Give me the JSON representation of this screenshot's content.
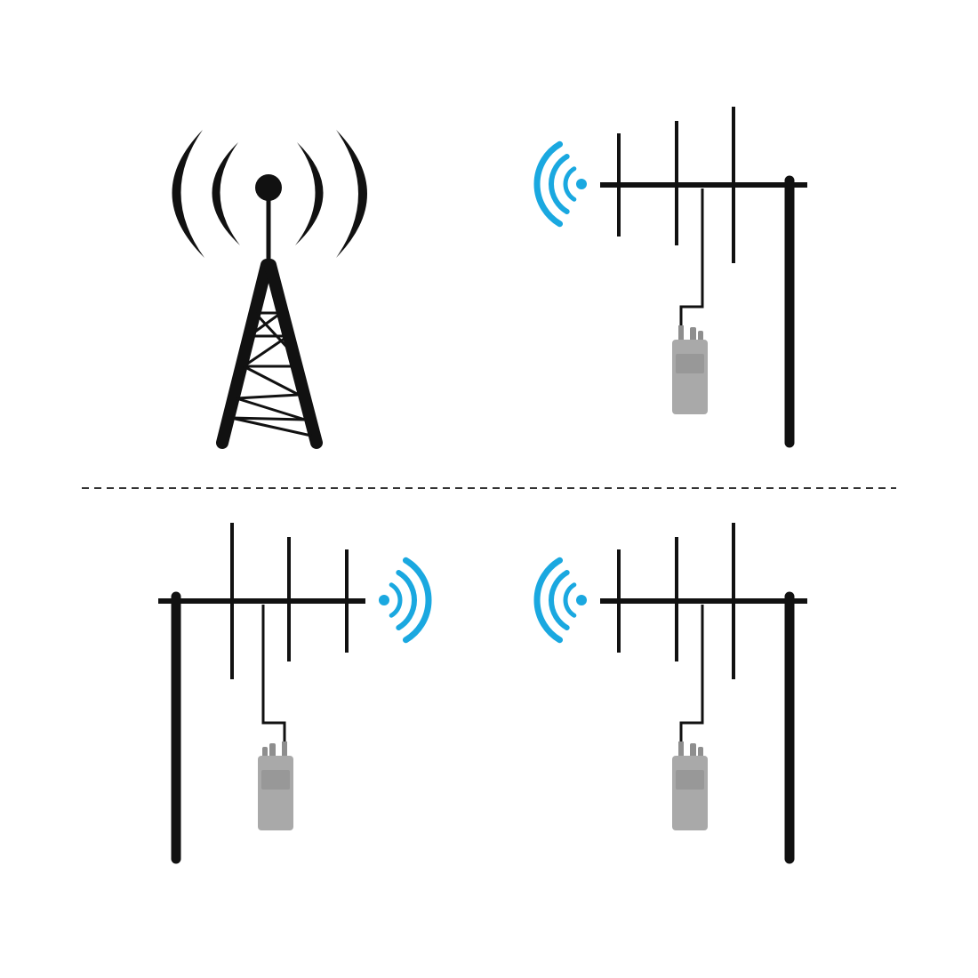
{
  "colors": {
    "background": "#ffffff",
    "ink": "#111111",
    "signal": "#1aa8e0",
    "radio_body": "#a9a9a9",
    "radio_dark": "#8e8e8e",
    "divider": "#333333"
  },
  "icons": {
    "tower": "cell-tower-icon",
    "antenna": "yagi-antenna-icon",
    "signal": "wifi-signal-icon",
    "radio": "walkie-talkie-icon"
  },
  "panels": [
    {
      "id": "top-left",
      "content": "broadcast-tower"
    },
    {
      "id": "top-right",
      "content": "yagi-antenna-receiving",
      "signal_direction": "left"
    },
    {
      "id": "bottom-left",
      "content": "yagi-antenna-transmitting",
      "signal_direction": "right"
    },
    {
      "id": "bottom-right",
      "content": "yagi-antenna-receiving",
      "signal_direction": "left"
    }
  ]
}
